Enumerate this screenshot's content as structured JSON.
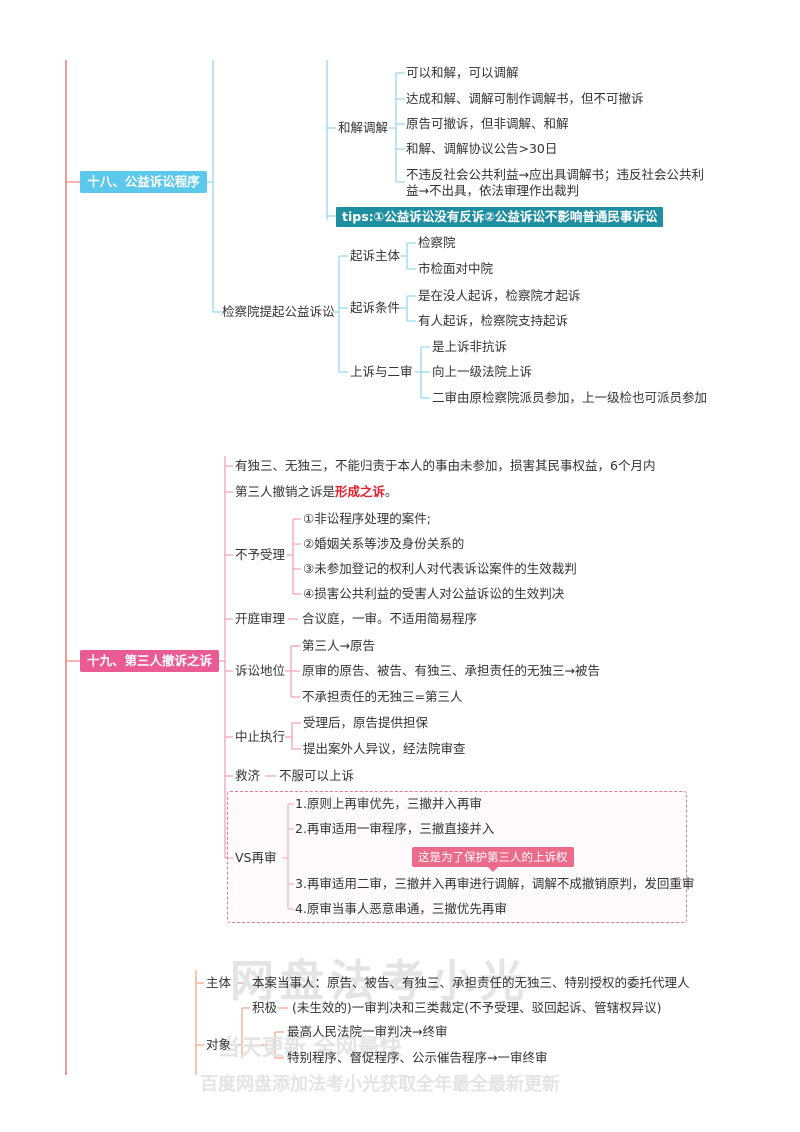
{
  "sections": {
    "s18": {
      "label": "十八、公益诉讼程序",
      "hejie": {
        "label": "和解调解",
        "items": [
          "可以和解，可以调解",
          "达成和解、调解可制作调解书，但不可撤诉",
          "原告可撤诉，但非调解、和解",
          "和解、调解协议公告>30日",
          "不违反社会公共利益→应出具调解书；违反社会公共利益→不出具，依法审理作出裁判"
        ]
      },
      "tips": "tips:①公益诉讼没有反诉②公益诉讼不影响普通民事诉讼",
      "jianchayuan": {
        "label": "检察院提起公益诉讼",
        "zhuti": {
          "label": "起诉主体",
          "items": [
            "检察院",
            "市检面对中院"
          ]
        },
        "tiaojian": {
          "label": "起诉条件",
          "items": [
            "是在没人起诉，检察院才起诉",
            "有人起诉，检察院支持起诉"
          ]
        },
        "shangsu": {
          "label": "上诉与二审",
          "items": [
            "是上诉非抗诉",
            "向上一级法院上诉",
            "二审由原检察院派员参加，上一级检也可派员参加"
          ]
        }
      }
    },
    "s19": {
      "label": "十九、第三人撤诉之诉",
      "item1": "有独三、无独三，不能归责于本人的事由未参加，损害其民事权益，6个月内",
      "item2_pre": "第三人撤销之诉是",
      "item2_hl": "形成之诉",
      "item2_post": "。",
      "buyu": {
        "label": "不予受理",
        "items": [
          "①非讼程序处理的案件;",
          "②婚姻关系等涉及身份关系的",
          "③未参加登记的权利人对代表诉讼案件的生效裁判",
          "④损害公共利益的受害人对公益诉讼的生效判决"
        ]
      },
      "kaiting": {
        "label": "开庭审理",
        "value": "合议庭，一审。不适用简易程序"
      },
      "diwei": {
        "label": "诉讼地位",
        "items": [
          "第三人→原告",
          "原审的原告、被告、有独三、承担责任的无独三→被告",
          "不承担责任的无独三=第三人"
        ]
      },
      "zhongzhi": {
        "label": "中止执行",
        "items": [
          "受理后，原告提供担保",
          "提出案外人异议，经法院审查"
        ]
      },
      "jiuji": {
        "label": "救济",
        "value": "不服可以上诉"
      },
      "vs": {
        "label": "VS再审",
        "items": [
          "1.原则上再审优先，三撤并入再审",
          "2.再审适用一审程序，三撤直接并入",
          "3.再审适用二审，三撤并入再审进行调解，调解不成撤销原判，发回重审",
          "4.原审当事人恶意串通，三撤优先再审"
        ],
        "callout": "这是为了保护第三人的上诉权"
      }
    },
    "s20": {
      "zhuti": {
        "label": "主体",
        "value": "本案当事人：原告、被告、有独三、承担责任的无独三、特别授权的委托代理人"
      },
      "duixiang": {
        "label": "对象",
        "jiji": {
          "label": "积极",
          "value": "(未生效的)一审判决和三类裁定(不予受理、驳回起诉、管辖权异议)"
        },
        "items": [
          "最高人民法院一审判决→终审",
          "特别程序、督促程序、公示催告程序→一审终审"
        ]
      }
    }
  },
  "watermark": {
    "line1": "网盘法考小光",
    "line2": "当天更新 全网最快",
    "line3": "百度网盘添加法考小光获取全年最全最新更新"
  }
}
